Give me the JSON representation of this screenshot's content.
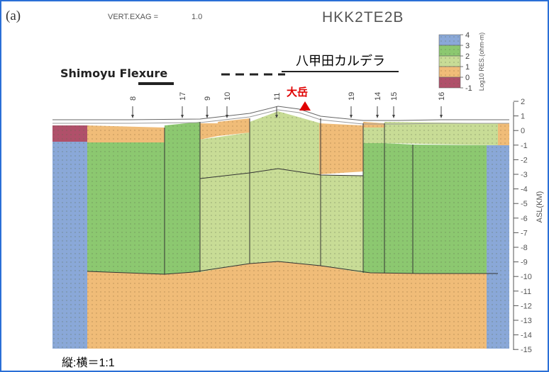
{
  "panel_label": "(a)",
  "vert_exag": {
    "label": "VERT.EXAG =",
    "value": "1.0"
  },
  "profile_id": "HKK2TE2B",
  "caldera_label": "八甲田カルデラ",
  "flexure_label": "Shimoyu Flexure",
  "peak_label": "大岳",
  "scale_note": "縦:横＝1:1",
  "station_labels": [
    "8",
    "17",
    "9",
    "10",
    "11",
    "19",
    "14",
    "15",
    "16"
  ],
  "depth_axis": {
    "label": "ASL(KM)",
    "ticks": [
      "2",
      "1",
      "0",
      "-1",
      "-2",
      "-3",
      "-4",
      "-5",
      "-6",
      "-7",
      "-8",
      "-9",
      "-10",
      "-11",
      "-12",
      "-13",
      "-14",
      "-15"
    ]
  },
  "legend": {
    "title": "Log10 RES.(ohm-m)",
    "ticks": [
      "4",
      "3",
      "2",
      "1",
      "0",
      "-1"
    ],
    "colors": [
      "#8aa8d8",
      "#8cc870",
      "#c8dc96",
      "#f0bc78",
      "#b0506a"
    ]
  }
}
